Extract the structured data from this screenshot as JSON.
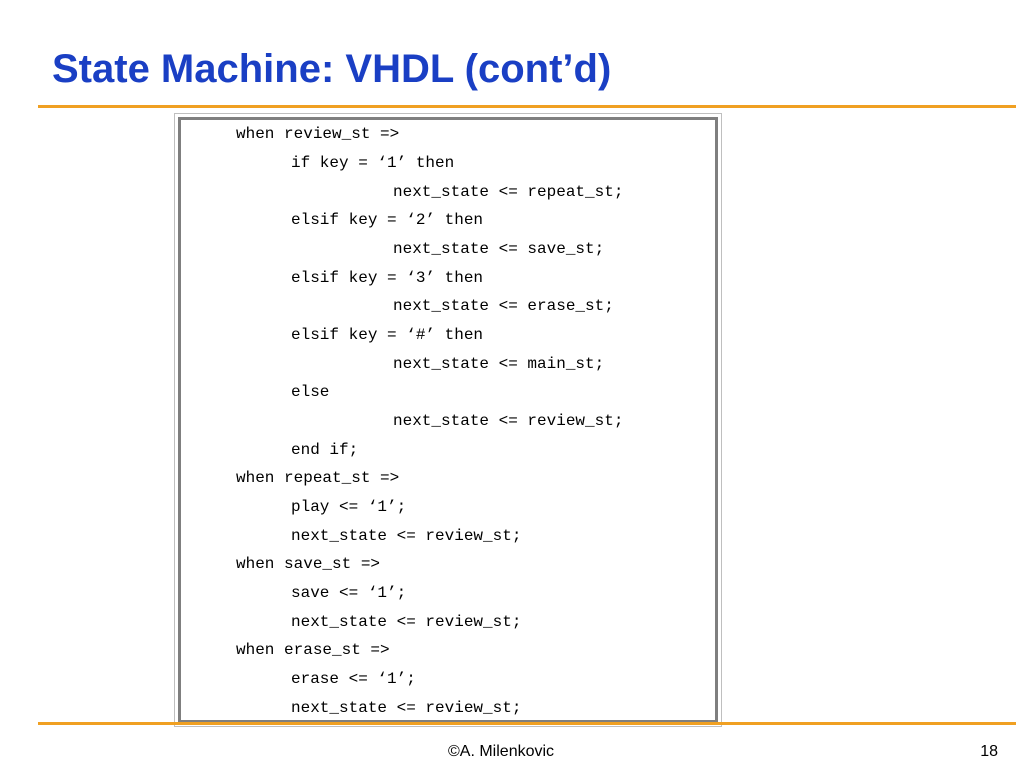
{
  "slide": {
    "title": "State Machine: VHDL (cont’d)",
    "code_lines": [
      "when review_st =>",
      "if key = ‘1’ then",
      "next_state <= repeat_st;",
      "elsif key = ‘2’ then",
      "next_state <= save_st;",
      "elsif key = ‘3’ then",
      "next_state <= erase_st;",
      "elsif key = ‘#’ then",
      "next_state <= main_st;",
      "else",
      "next_state <= review_st;",
      "end if;",
      "when repeat_st =>",
      "play <= ‘1’;",
      "next_state <= review_st;",
      "when save_st =>",
      "save <= ‘1’;",
      "next_state <= review_st;",
      "when erase_st =>",
      "erase <= ‘1’;",
      "next_state <= review_st;"
    ],
    "footer": "©A. Milenkovic",
    "page_number": "18"
  },
  "colors": {
    "title": "#1a3fc4",
    "accent_rule": "#f0a022",
    "code_frame": "#7f7f7f",
    "text": "#000000"
  }
}
